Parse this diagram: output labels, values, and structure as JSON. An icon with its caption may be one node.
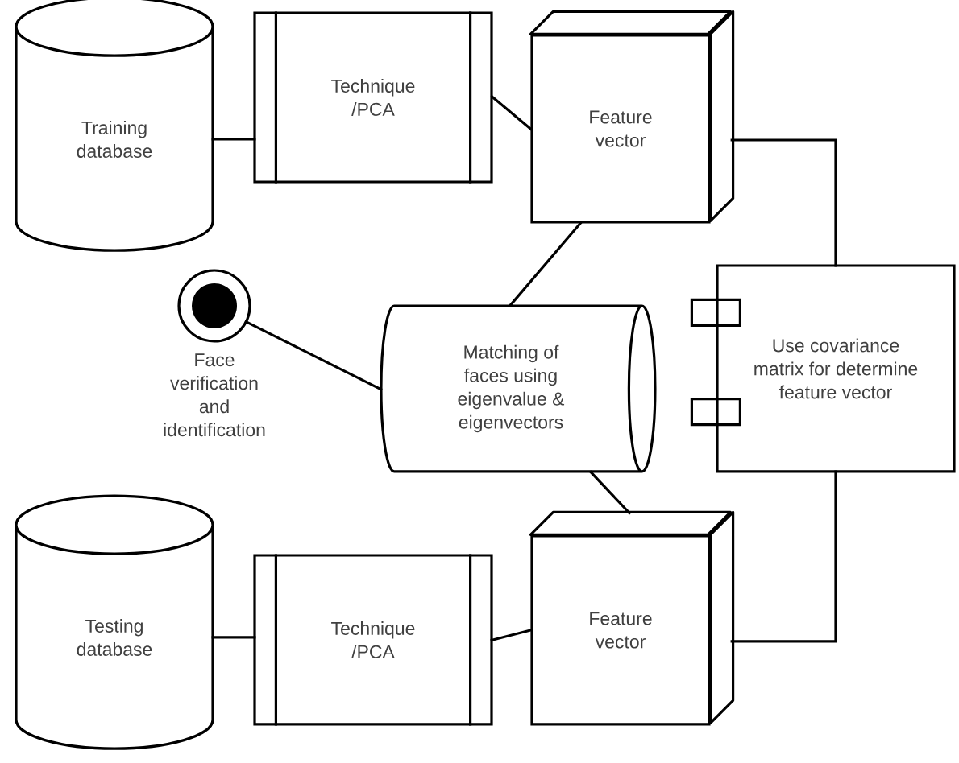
{
  "diagram": {
    "nodes": [
      {
        "text": [
          "Training database"
        ]
      },
      {
        "text": [
          "Technique /PCA"
        ]
      },
      {
        "text": [
          "Feature vector"
        ]
      },
      {
        "text": [
          "Face verification and identification"
        ]
      },
      {
        "text": [
          "Matching of faces using eigenvalue & eigenvectors"
        ]
      },
      {
        "text": [
          "Use covariance matrix for determine feature vector"
        ]
      },
      {
        "text": [
          "Testing database"
        ]
      },
      {
        "text": [
          "Technique /PCA"
        ]
      },
      {
        "text": [
          "Feature vector"
        ]
      }
    ],
    "edges": [
      {
        "from": 0,
        "to": 1,
        "arrow": "none"
      },
      {
        "from": 1,
        "to": 2,
        "arrow": "none"
      },
      {
        "from": 2,
        "to": 5,
        "arrow": "none"
      },
      {
        "from": 2,
        "to": 4,
        "arrow": "none"
      },
      {
        "from": 3,
        "to": 4,
        "arrow": "none"
      },
      {
        "from": 4,
        "to": 8,
        "arrow": "none"
      },
      {
        "from": 6,
        "to": 7,
        "arrow": "none"
      },
      {
        "from": 7,
        "to": 8,
        "arrow": "none"
      },
      {
        "from": 8,
        "to": 5,
        "arrow": "none"
      }
    ]
  }
}
